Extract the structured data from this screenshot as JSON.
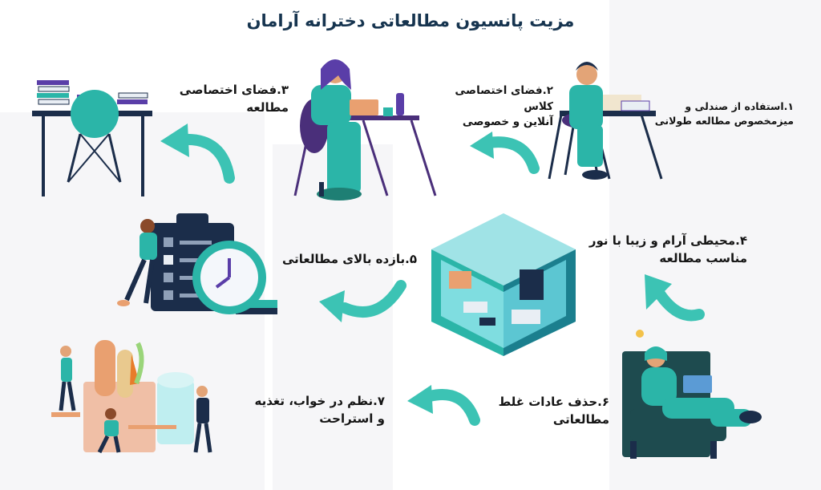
{
  "title": "مزیت پانسیون مطالعاتی دخترانه آرامان",
  "benefits": [
    {
      "label": "۱.استفاده از صندلی و\nمیزمخصوص مطالعه طولانی"
    },
    {
      "label": "۲.فضای اختصاصی کلاس\nآنلاین و خصوصی"
    },
    {
      "label": "۳.فضای اختصاصی\nمطالعه"
    },
    {
      "label": "۴.محیطی آرام و زیبا با نور\nمناسب مطالعه"
    },
    {
      "label": "۵.بازده بالای مطالعاتی"
    },
    {
      "label": "۶.حذف عادات غلط\nمطالعاتی"
    },
    {
      "label": "۷.نظم در خواب، تغذیه\nو استراحت"
    }
  ],
  "colors": {
    "teal": "#2bb5a8",
    "arrow": "#3cc3b4",
    "navy": "#1b2d4a",
    "purple": "#5a3ea8",
    "background_shape": "#f6f6f8"
  }
}
